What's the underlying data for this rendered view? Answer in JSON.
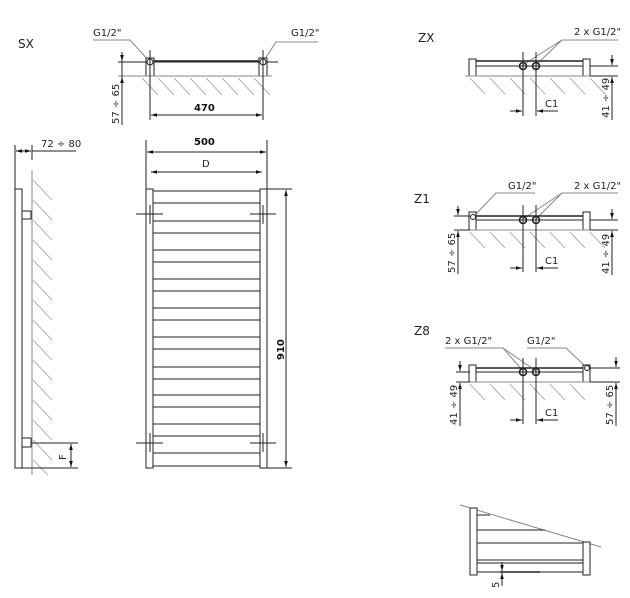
{
  "views": {
    "sx": {
      "label": "SX",
      "conn_left": "G1/2\"",
      "conn_right": "G1/2\"",
      "height_dim": "57 ÷ 65",
      "spacing": "470"
    },
    "front": {
      "width": "500",
      "inner": "D",
      "height": "910"
    },
    "side": {
      "depth": "72 ÷ 80",
      "offset": "F"
    },
    "zx": {
      "label": "ZX",
      "conn": "2 x G1/2\"",
      "spacing": "C1",
      "height_dim": "41 ÷ 49"
    },
    "z1": {
      "label": "Z1",
      "conn_single": "G1/2\"",
      "conn_double": "2 x G1/2\"",
      "left_dim": "57 ÷ 65",
      "spacing": "C1",
      "right_dim": "41 ÷ 49"
    },
    "z8": {
      "label": "Z8",
      "conn_double": "2 x G1/2\"",
      "conn_single": "G1/2\"",
      "left_dim": "41 ÷ 49",
      "spacing": "C1",
      "right_dim": "57 ÷ 65"
    },
    "detail": {
      "gap": "5"
    }
  }
}
